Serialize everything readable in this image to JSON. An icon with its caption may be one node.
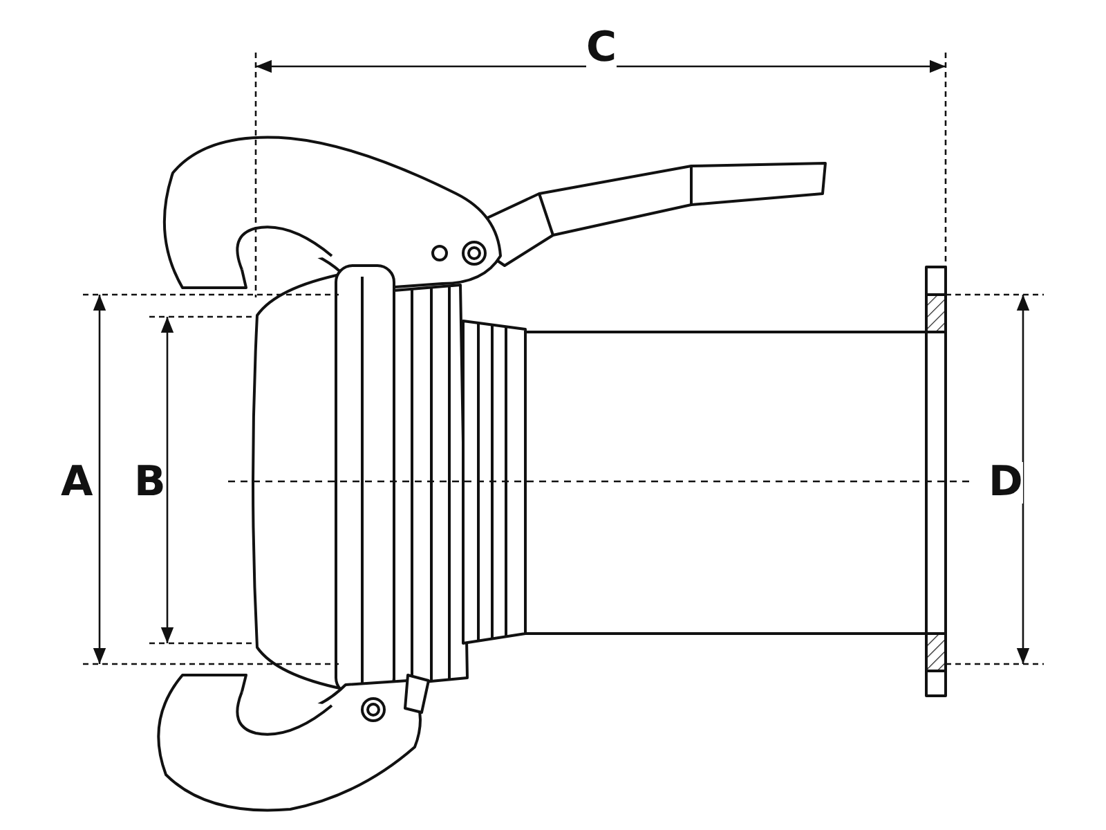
{
  "diagram": {
    "labels": [
      "C",
      "A",
      "B",
      "D"
    ]
  }
}
